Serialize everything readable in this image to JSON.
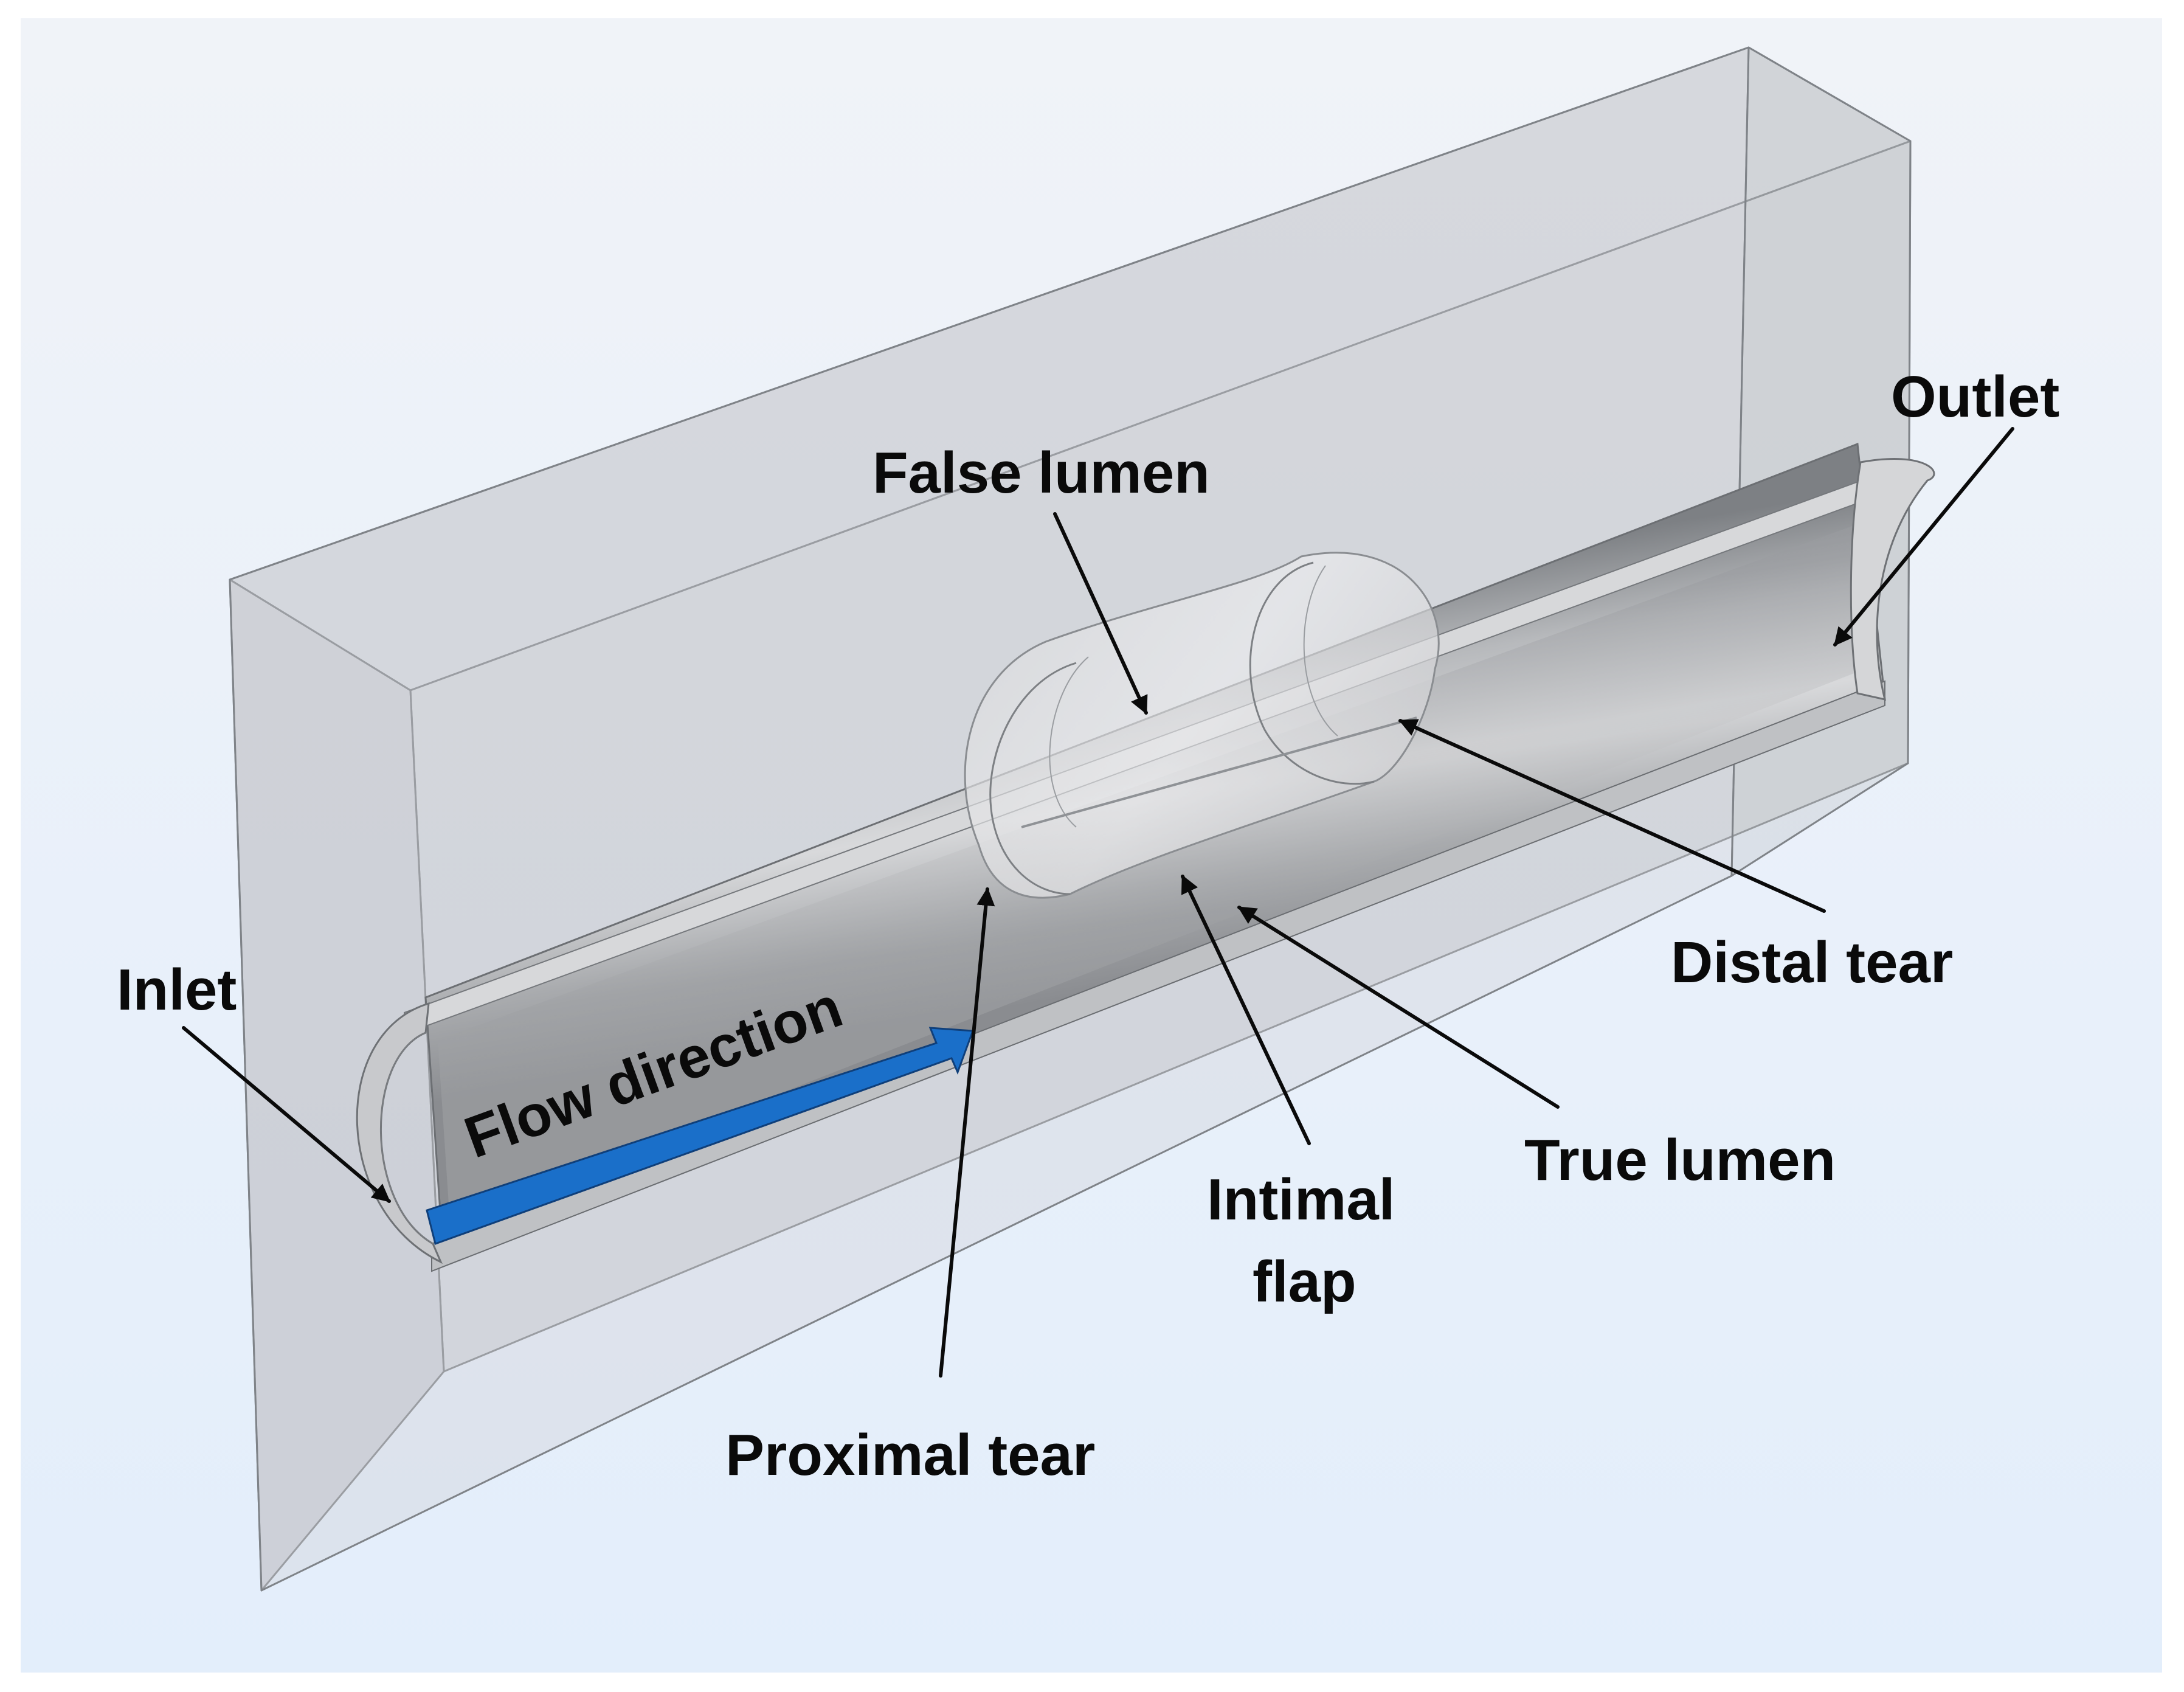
{
  "labels": {
    "outlet": "Outlet",
    "false_lumen": "False lumen",
    "inlet": "Inlet",
    "flow_direction": "Flow direction",
    "distal_tear": "Distal tear",
    "true_lumen": "True lumen",
    "intimal_flap_line1": "Intimal",
    "intimal_flap_line2": "flap",
    "proximal_tear": "Proximal tear"
  },
  "colors": {
    "background_top": "#eef2f8",
    "background_bottom": "#e4effb",
    "flow_arrow": "#1a6fc9",
    "annotation": "#0a0a0a"
  }
}
